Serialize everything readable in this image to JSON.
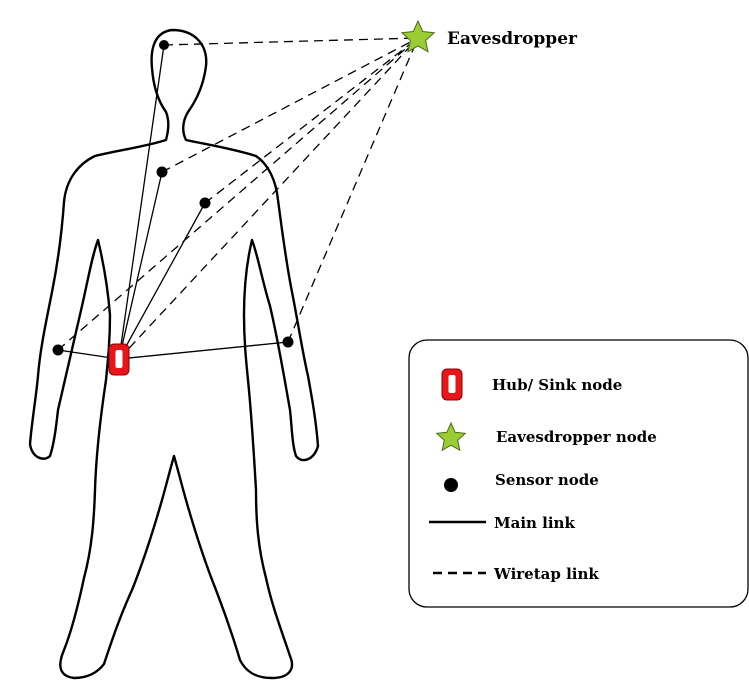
{
  "diagram": {
    "eavesdropper_label": "Eavesdropper"
  },
  "legend": {
    "hub": "Hub/ Sink node",
    "eavesdropper": "Eavesdropper node",
    "sensor": "Sensor node",
    "main_link": "Main link",
    "wiretap_link": "Wiretap link"
  },
  "colors": {
    "hub_fill": "#e8151b",
    "eavesdropper_fill": "#9acd32",
    "line": "#000000"
  }
}
